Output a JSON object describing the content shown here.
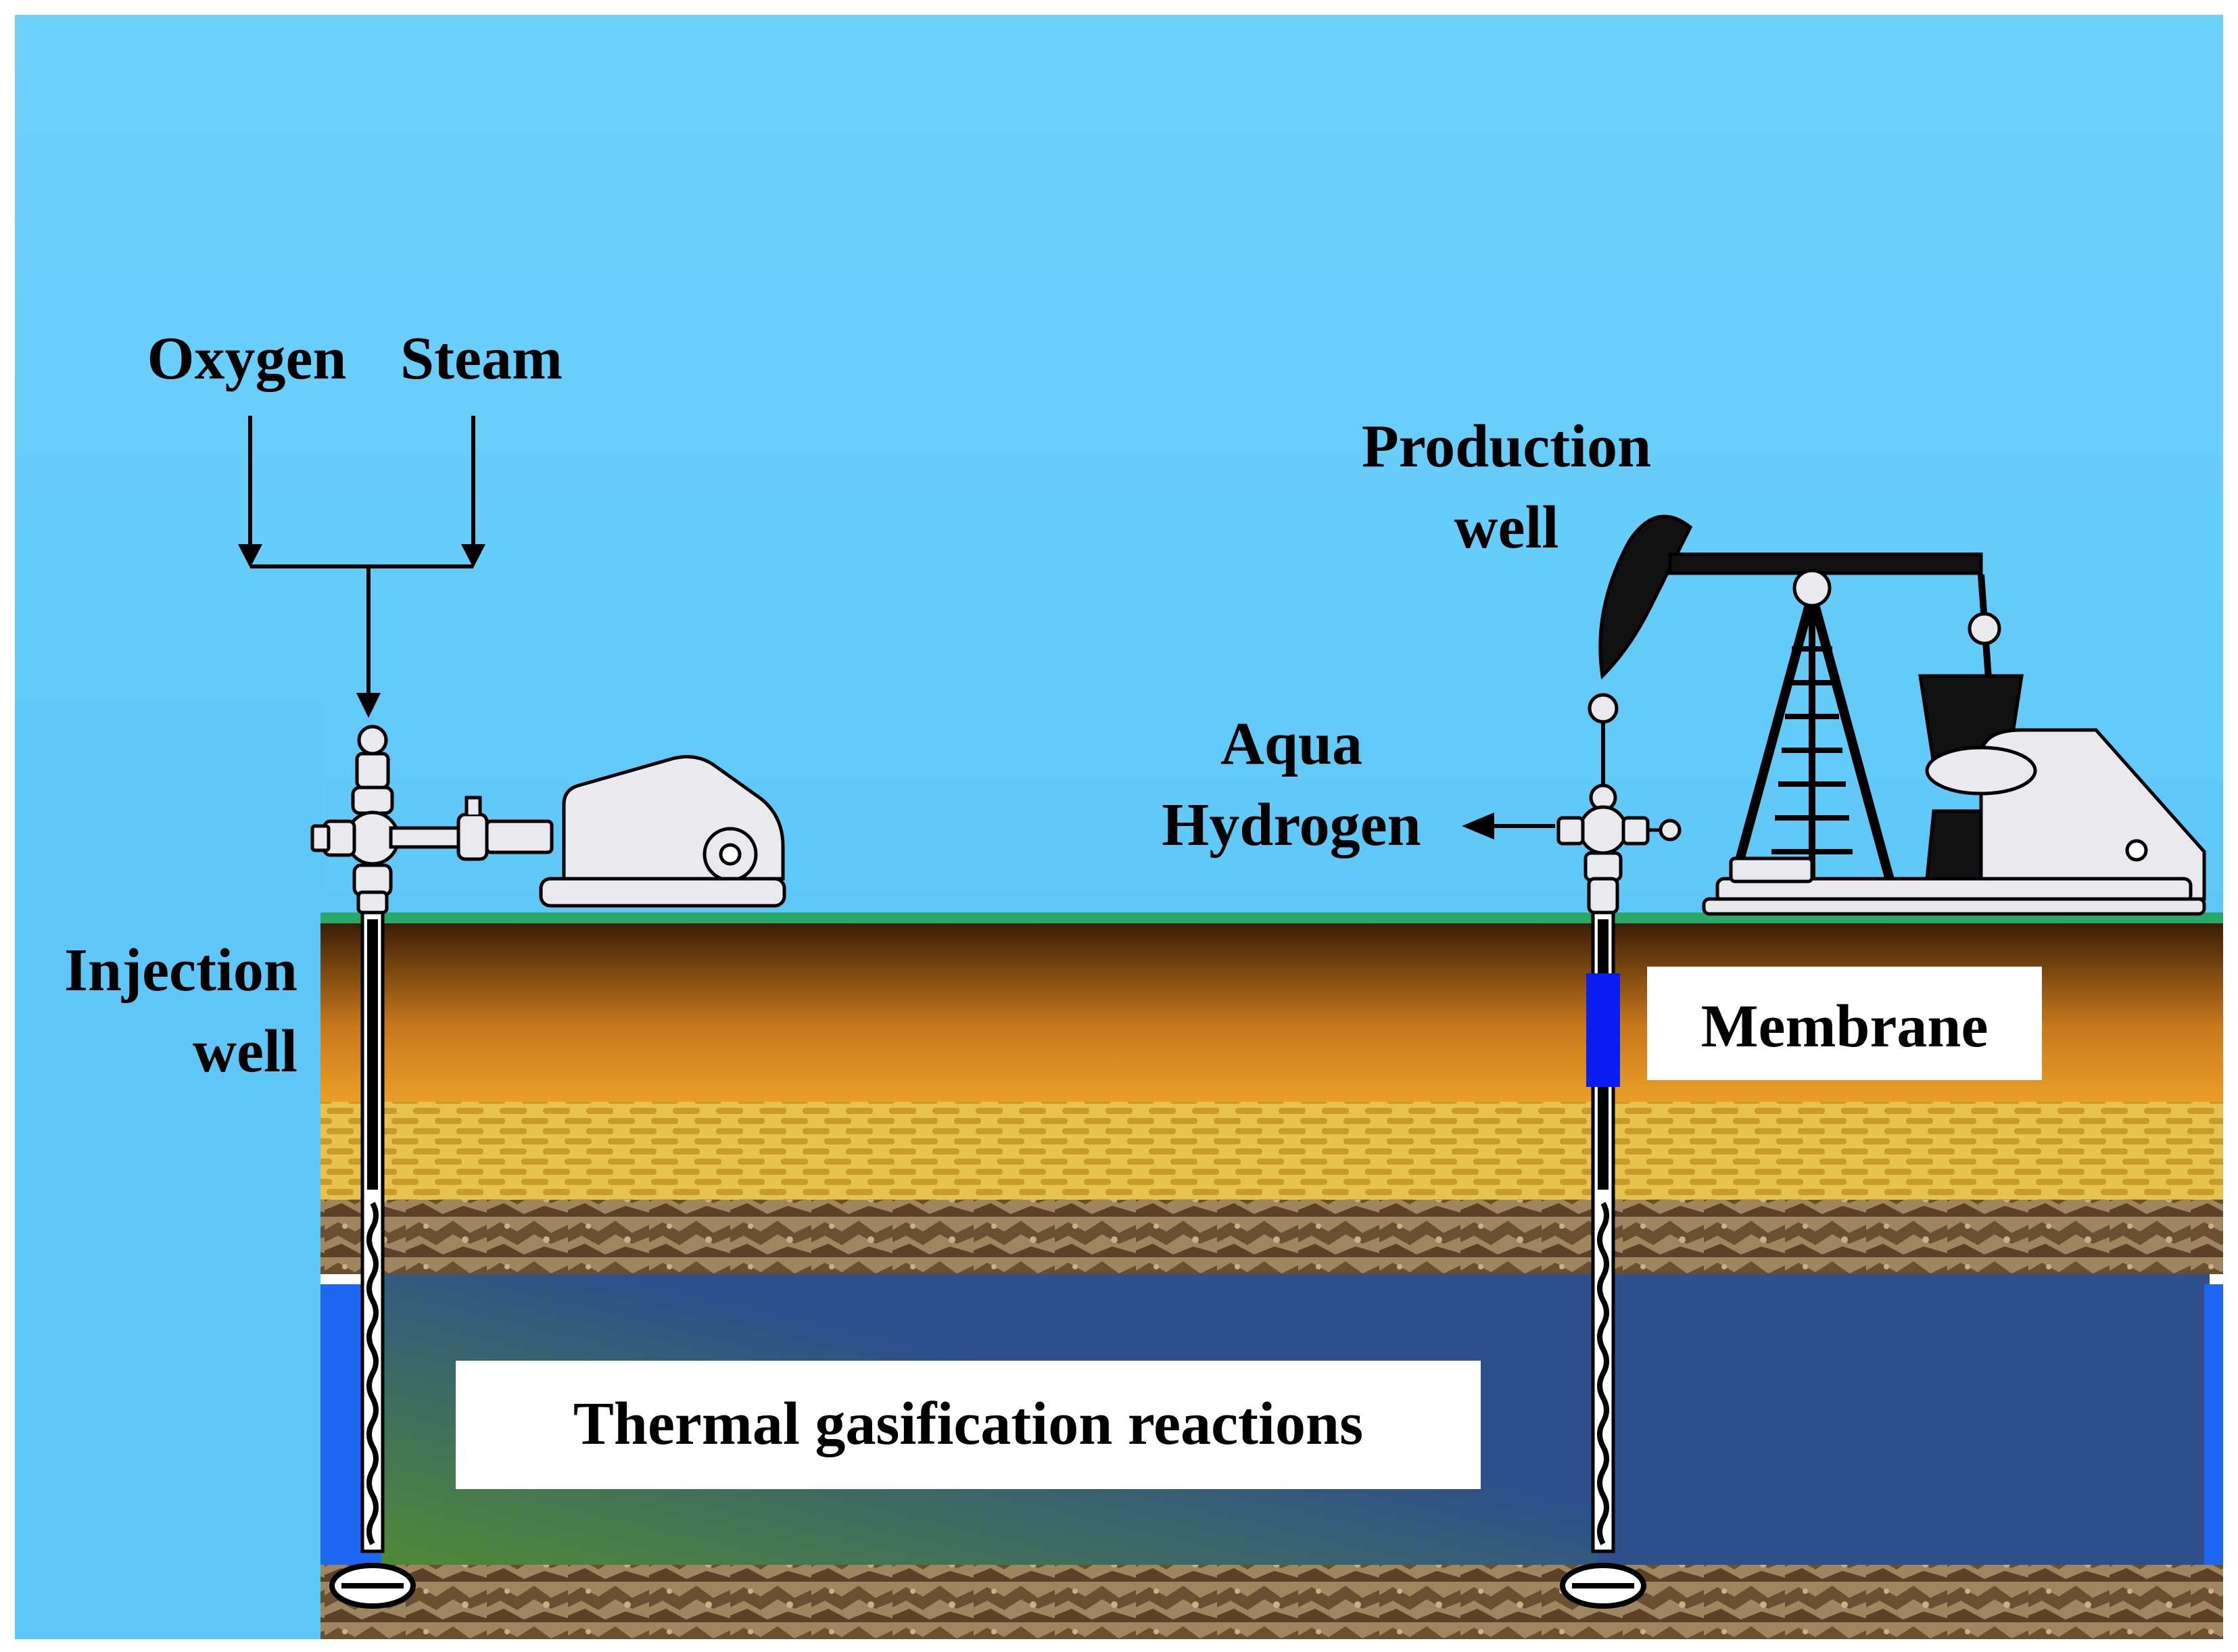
{
  "labels": {
    "oxygen": "Oxygen",
    "steam": "Steam",
    "production_line1": "Production",
    "production_line2": "well",
    "aqua_line1": "Aqua",
    "aqua_line2": "Hydrogen",
    "injection_line1": "Injection",
    "injection_line2": "well",
    "membrane": "Membrane",
    "reaction": "Thermal gasification reactions"
  },
  "colors": {
    "sky": "#5fc7f7",
    "sky_top": "#6fd2fb",
    "ground_line": "#2aa867",
    "soil_dark": "#3b1d06",
    "soil_mid": "#c7791c",
    "soil_light": "#f0a22a",
    "brick": "#e7c24f",
    "brick_mortar": "#c99b2a",
    "rock": "#8a6a45",
    "reservoir": "#2e4f8c",
    "reservoir_green": "#4f8a36",
    "water_edge": "#1f66f0",
    "membrane": "#0a1cf0",
    "equipment": "#e9e9ee",
    "label_box": "#ffffff",
    "text": "#000000"
  }
}
